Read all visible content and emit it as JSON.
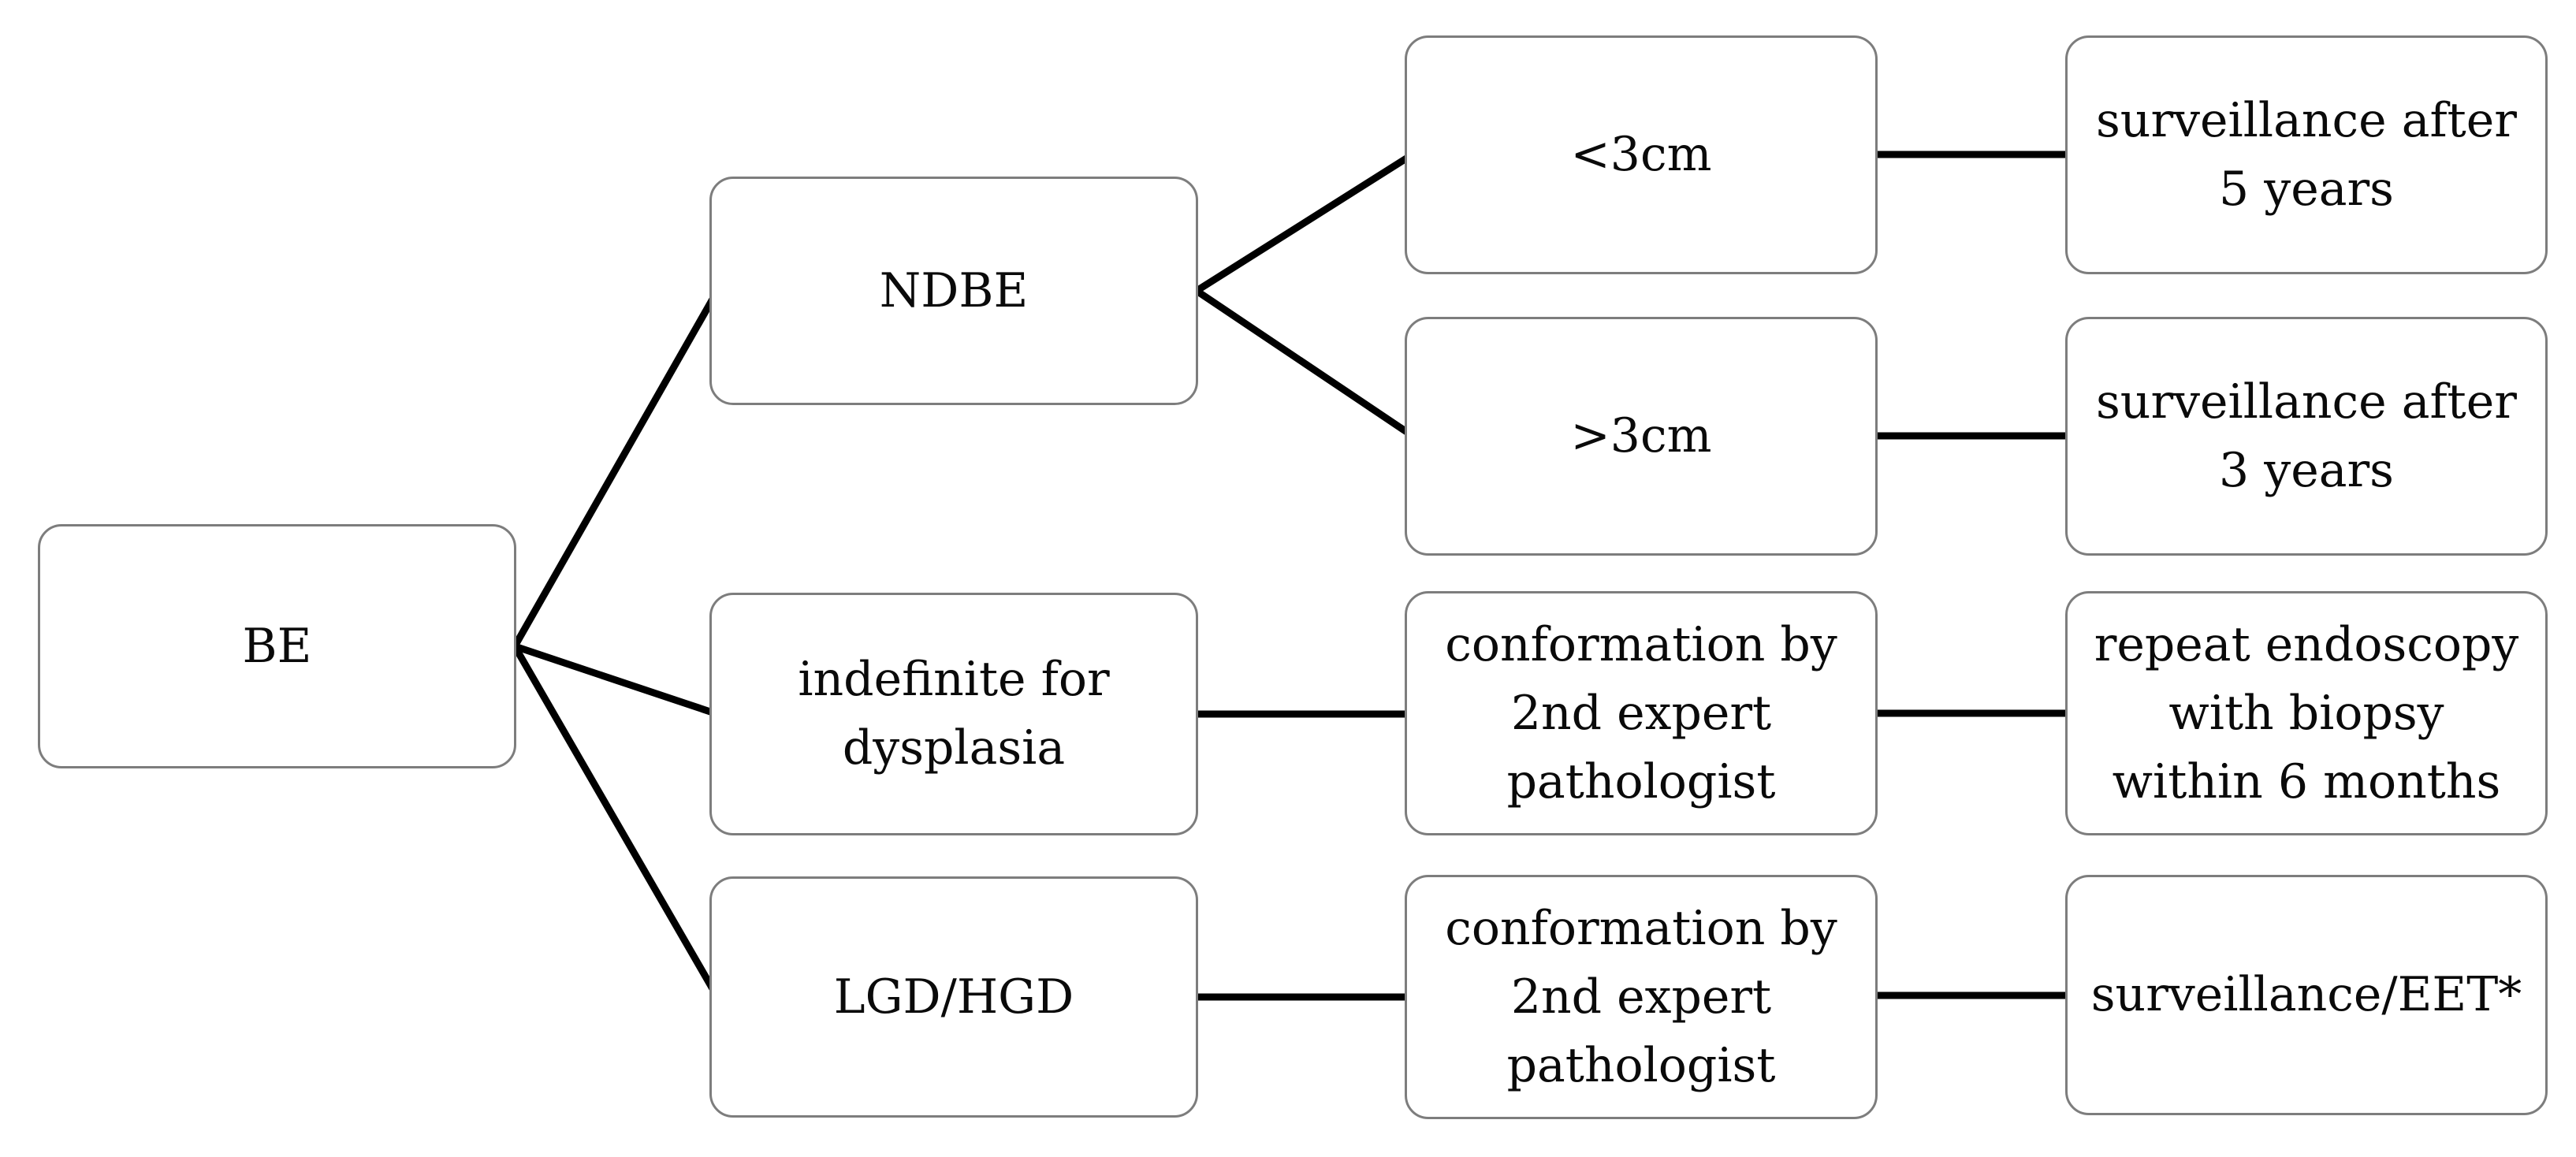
{
  "figure": {
    "type": "flowchart",
    "background_color": "#ffffff",
    "box_border_color": "#7d7d7d",
    "connector_color": "#000000",
    "text_color": "#0a0a0a"
  },
  "nodes": {
    "be": {
      "label": "BE"
    },
    "ndbe": {
      "label": "NDBE"
    },
    "indefinite": {
      "label": "indefinite for\ndysplasia"
    },
    "lgd_hgd": {
      "label": "LGD/HGD"
    },
    "lt3cm": {
      "label": "<3cm"
    },
    "gt3cm": {
      "label": ">3cm"
    },
    "conf_indefinite": {
      "label": "conformation by\n2nd expert\npathologist"
    },
    "conf_lgd_hgd": {
      "label": "conformation by\n2nd expert\npathologist"
    },
    "surv5": {
      "label": "surveillance after\n5 years"
    },
    "surv3": {
      "label": "surveillance after\n3 years"
    },
    "repeat_endo": {
      "label": "repeat endoscopy\nwith biopsy\nwithin 6 months"
    },
    "surv_eet": {
      "label": "surveillance/EET*"
    }
  },
  "edges": [
    {
      "from": "be",
      "to": "ndbe"
    },
    {
      "from": "be",
      "to": "indefinite"
    },
    {
      "from": "be",
      "to": "lgd_hgd"
    },
    {
      "from": "ndbe",
      "to": "lt3cm"
    },
    {
      "from": "ndbe",
      "to": "gt3cm"
    },
    {
      "from": "lt3cm",
      "to": "surv5"
    },
    {
      "from": "gt3cm",
      "to": "surv3"
    },
    {
      "from": "indefinite",
      "to": "conf_indefinite"
    },
    {
      "from": "conf_indefinite",
      "to": "repeat_endo"
    },
    {
      "from": "lgd_hgd",
      "to": "conf_lgd_hgd"
    },
    {
      "from": "conf_lgd_hgd",
      "to": "surv_eet"
    }
  ]
}
